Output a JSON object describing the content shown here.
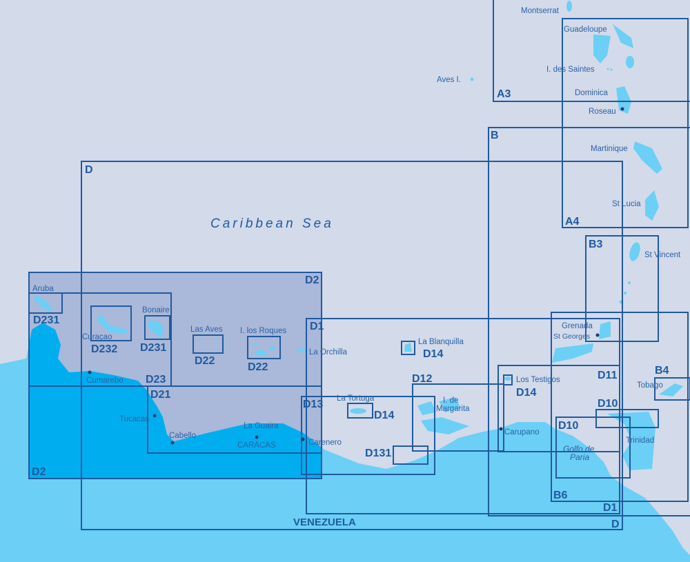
{
  "map": {
    "sea_label": "Caribbean Sea",
    "country_label": "VENEZUELA",
    "gulf_label": [
      "Golfo de",
      "Paria"
    ],
    "colors": {
      "sea": "#d3daea",
      "land": "#6ccff5",
      "land_in_d2": "#00aeef",
      "d2_tint": "#aab8d9",
      "frame": "#1f5a9e"
    },
    "places": {
      "montserrat": "Montserrat",
      "guadeloupe": "Guadeloupe",
      "saintes": "I. des Saintes",
      "aves": "Aves I.",
      "dominica": "Dominica",
      "roseau": "Roseau",
      "martinique": "Martinique",
      "st_lucia": "St Lucia",
      "st_vincent": "St Vincent",
      "grenada": "Grenada",
      "st_georges": "St Georges",
      "tobago": "Tobago",
      "trinidad": "Trinidad",
      "aruba": "Aruba",
      "curacao": "Curaçao",
      "bonaire": "Bonaire",
      "las_aves": "Las Aves",
      "los_roques": "I. los Roques",
      "la_orchilla": "La Orchilla",
      "la_blanquilla": "La Blanquilla",
      "la_tortuga": "La Tortuga",
      "margarita_1": "I. de",
      "margarita_2": "Margarita",
      "los_testigos": "Los Testigos",
      "carupano": "Carupano",
      "cumarebo": "Cumarebo",
      "tucacas": "Tucacas",
      "cabello": "Cabello",
      "la_guaira": "La Guaira",
      "caracas": "CARACAS",
      "carenero": "Carenero"
    },
    "charts": {
      "A3": "A3",
      "A4": "A4",
      "B": "B",
      "B3": "B3",
      "B4": "B4",
      "B6": "B6",
      "D": "D",
      "D1": "D1",
      "D2": "D2",
      "D10": "D10",
      "D11": "D11",
      "D12": "D12",
      "D13": "D13",
      "D14": "D14",
      "D21": "D21",
      "D22": "D22",
      "D23": "D23",
      "D131": "D131",
      "D231": "D231",
      "D232": "D232"
    }
  }
}
